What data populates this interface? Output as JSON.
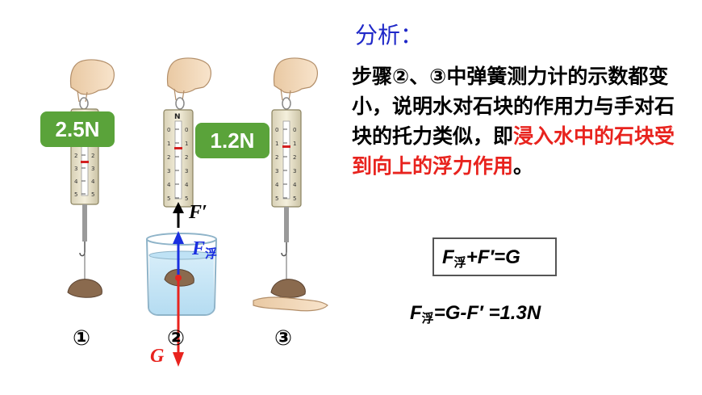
{
  "title": "分析：",
  "analysis": {
    "text_before": "步骤②、③中弹簧测力计的示数都变小，说明水对石块的作用力与手对石块的托力类似，即",
    "text_highlight": "浸入水中的石块受到向上的浮力作用",
    "text_after": "。"
  },
  "readings": {
    "step1": "2.5N",
    "step2": "1.2N"
  },
  "steps": [
    "①",
    "②",
    "③"
  ],
  "scale_unit": "N",
  "scale_ticks": [
    "0",
    "1",
    "2",
    "3",
    "4",
    "5"
  ],
  "forces": {
    "f_prime": "F′",
    "f_buoy": "F",
    "f_buoy_sub": "浮",
    "g": "G"
  },
  "formula1": {
    "f": "F",
    "sub": "浮",
    "rest": "+F′=G"
  },
  "formula2": {
    "f": "F",
    "sub": "浮",
    "rest": "=G-F′ =1.3N"
  },
  "colors": {
    "title": "#1f28c8",
    "highlight": "#e8231e",
    "badge": "#5aa33a",
    "arrow_blue": "#1a2fe0",
    "arrow_red": "#e8231e"
  }
}
